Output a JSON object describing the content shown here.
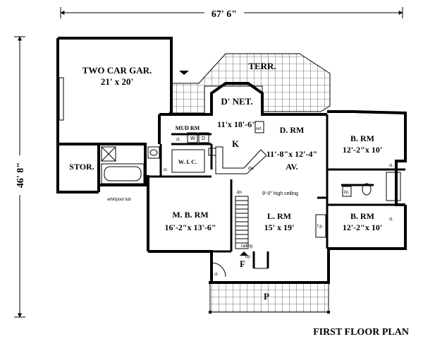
{
  "dimensions": {
    "width": "67' 6\"",
    "depth": "46' 8\""
  },
  "rooms": {
    "garage_name": "TWO CAR GAR.",
    "garage_size": "21' x 20'",
    "terrace": "TERR.",
    "dinette": "D' NET.",
    "kitchen_size": "11'x 18'-6\"",
    "kitchen": "K",
    "mud_room": "MUD RM",
    "dining_name": "D. RM",
    "dining_size": "11'-8\"x 12'-4\"",
    "dining_note": "AV.",
    "bedroom1_name": "B. RM",
    "bedroom1_size": "12'-2\"x 10'",
    "bedroom2_name": "B. RM",
    "bedroom2_size": "12'-2\"x 10'",
    "storage": "STOR.",
    "walk_in_closet": "W. I. C.",
    "master_name": "M. B. RM",
    "master_size": "16'-2\"x 13'-6\"",
    "living_name": "L. RM",
    "living_size": "15' x 19'",
    "foyer": "F",
    "porch": "P"
  },
  "labels": {
    "closet": "cl.",
    "washer": "W",
    "dryer": "D",
    "refrigerator": "ref.",
    "dishwasher": "dw",
    "whirlpool": "whirlpool tub",
    "ceiling": "9'-0\" high ceiling",
    "down": "dn",
    "up": "up",
    "railing": "railing",
    "fireplace": "f.p.",
    "linen": "lin."
  },
  "title": "FIRST FLOOR PLAN"
}
